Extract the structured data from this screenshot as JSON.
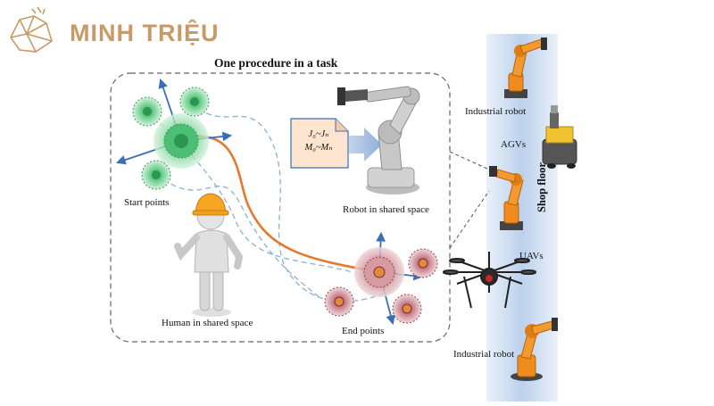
{
  "brand": {
    "name": "MINH TRIỆU",
    "logo_icon": "crystal-diamond-icon",
    "color": "#c79a67"
  },
  "diagram": {
    "title": "One procedure in a task",
    "labels": {
      "start_points": "Start points",
      "end_points": "End points",
      "human": "Human in shared space",
      "robot": "Robot in shared space",
      "industrial_robot_top": "Industrial robot",
      "industrial_robot_bottom": "Industrial robot",
      "agvs": "AGVs",
      "uavs": "UAVs",
      "shop_floor": "Shop floor"
    },
    "formula": {
      "line1": "J₀~Jₙ",
      "line2": "M₀~Mₙ"
    },
    "colors": {
      "path": "#e8772a",
      "dashed_path": "#8ab0d6",
      "axis": "#3a6fb8",
      "start": "#3fb66a",
      "end": "#9c4a56",
      "floor": "#c5d7ef",
      "robot": "#f08c1e"
    }
  }
}
